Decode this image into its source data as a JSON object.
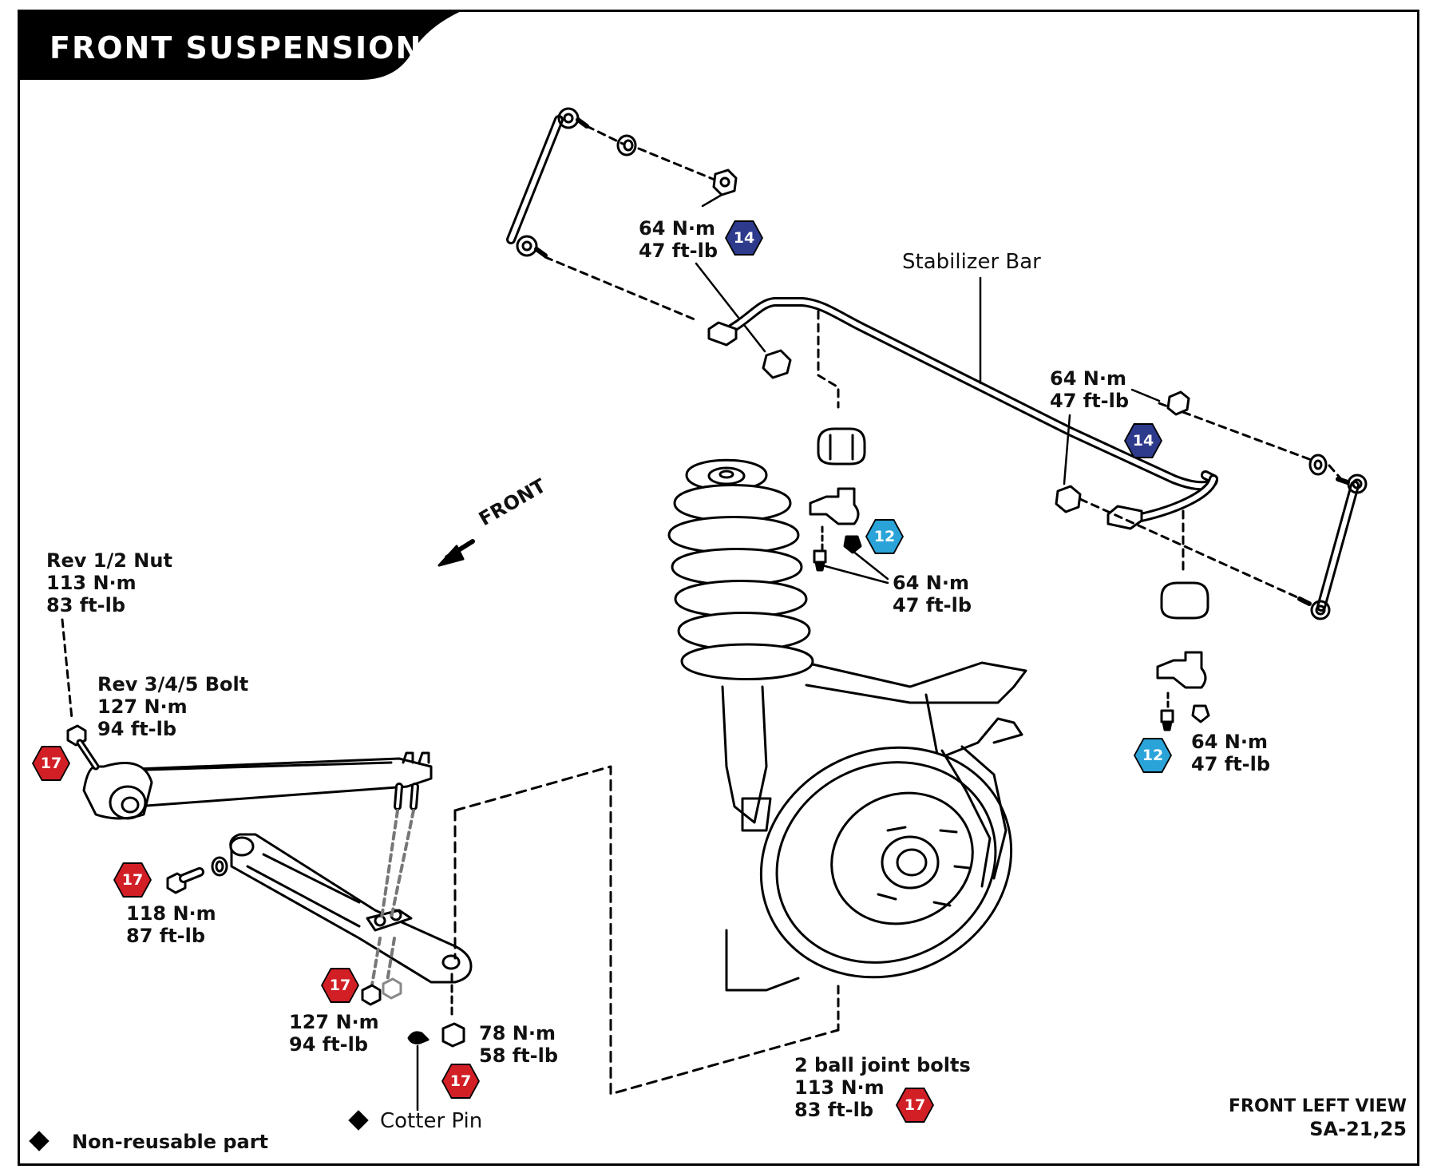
{
  "title": "FRONT SUSPENSION",
  "labels": {
    "stabilizer_bar": "Stabilizer Bar",
    "front_arrow": "FRONT",
    "cotter_pin": "Cotter Pin",
    "non_reusable": "Non-reusable part",
    "view": "FRONT LEFT VIEW",
    "ref": "SA-21,25"
  },
  "torques": {
    "link_upper_nm": "64 N·m",
    "link_upper_ftlb": "47 ft-lb",
    "link_right_nm": "64 N·m",
    "link_right_ftlb": "47 ft-lb",
    "bracket_left_nm": "64 N·m",
    "bracket_left_ftlb": "47 ft-lb",
    "bracket_right_nm": "64 N·m",
    "bracket_right_ftlb": "47 ft-lb",
    "rev_nut_name": "Rev 1/2 Nut",
    "rev_nut_nm": "113 N·m",
    "rev_nut_ftlb": "83 ft-lb",
    "rev_bolt_name": "Rev 3/4/5 Bolt",
    "rev_bolt_nm": "127 N·m",
    "rev_bolt_ftlb": "94 ft-lb",
    "arm_bolt_nm": "118 N·m",
    "arm_bolt_ftlb": "87 ft-lb",
    "lower_nut_nm": "127 N·m",
    "lower_nut_ftlb": "94 ft-lb",
    "castle_nut_nm": "78 N·m",
    "castle_nut_ftlb": "58 ft-lb",
    "ball_joint_name": "2 ball joint bolts",
    "ball_joint_nm": "113 N·m",
    "ball_joint_ftlb": "83 ft-lb"
  },
  "sockets": {
    "s14a": "14",
    "s14b": "14",
    "s12a": "12",
    "s12b": "12",
    "s17a": "17",
    "s17b": "17",
    "s17c": "17",
    "s17d": "17",
    "s17e": "17"
  },
  "colors": {
    "red": "#d21f26",
    "navy": "#2e3a8c",
    "cyan": "#2aa3d8"
  }
}
